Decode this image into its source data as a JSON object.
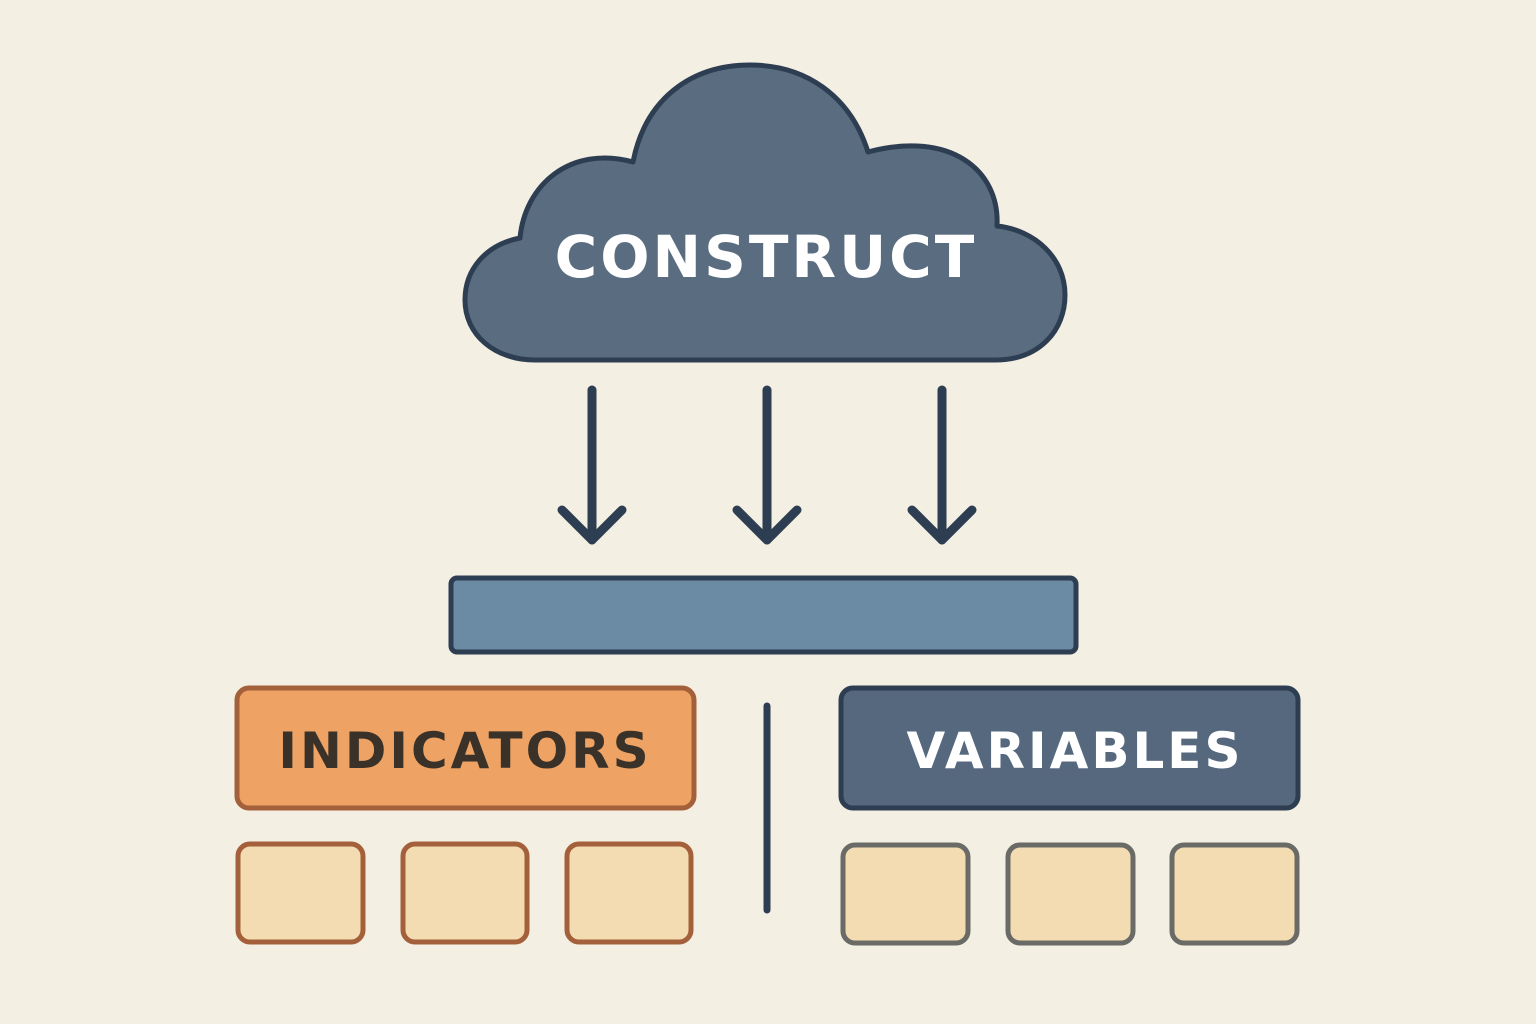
{
  "diagram": {
    "colors": {
      "background": "#f4efe3",
      "cloud_fill": "#5a6d80",
      "outline": "#2e3e52",
      "arrow": "#2e3e52",
      "bar_fill": "#6b8aa3",
      "indicators_fill": "#eea364",
      "indicators_outline": "#a4603a",
      "indicators_text": "#3a3128",
      "variables_fill": "#55687d",
      "variables_text": "#ffffff",
      "small_box_fill": "#f4dcb2",
      "small_box_outline_left": "#a4603a",
      "small_box_outline_right": "#6a6a66"
    },
    "construct": {
      "label": "CONSTRUCT",
      "shape": "cloud"
    },
    "arrows": {
      "count": 3,
      "direction": "down"
    },
    "indicators": {
      "label": "INDICATORS",
      "item_count": 3
    },
    "variables": {
      "label": "VARIABLES",
      "item_count": 3
    },
    "divider": "vertical-line"
  }
}
